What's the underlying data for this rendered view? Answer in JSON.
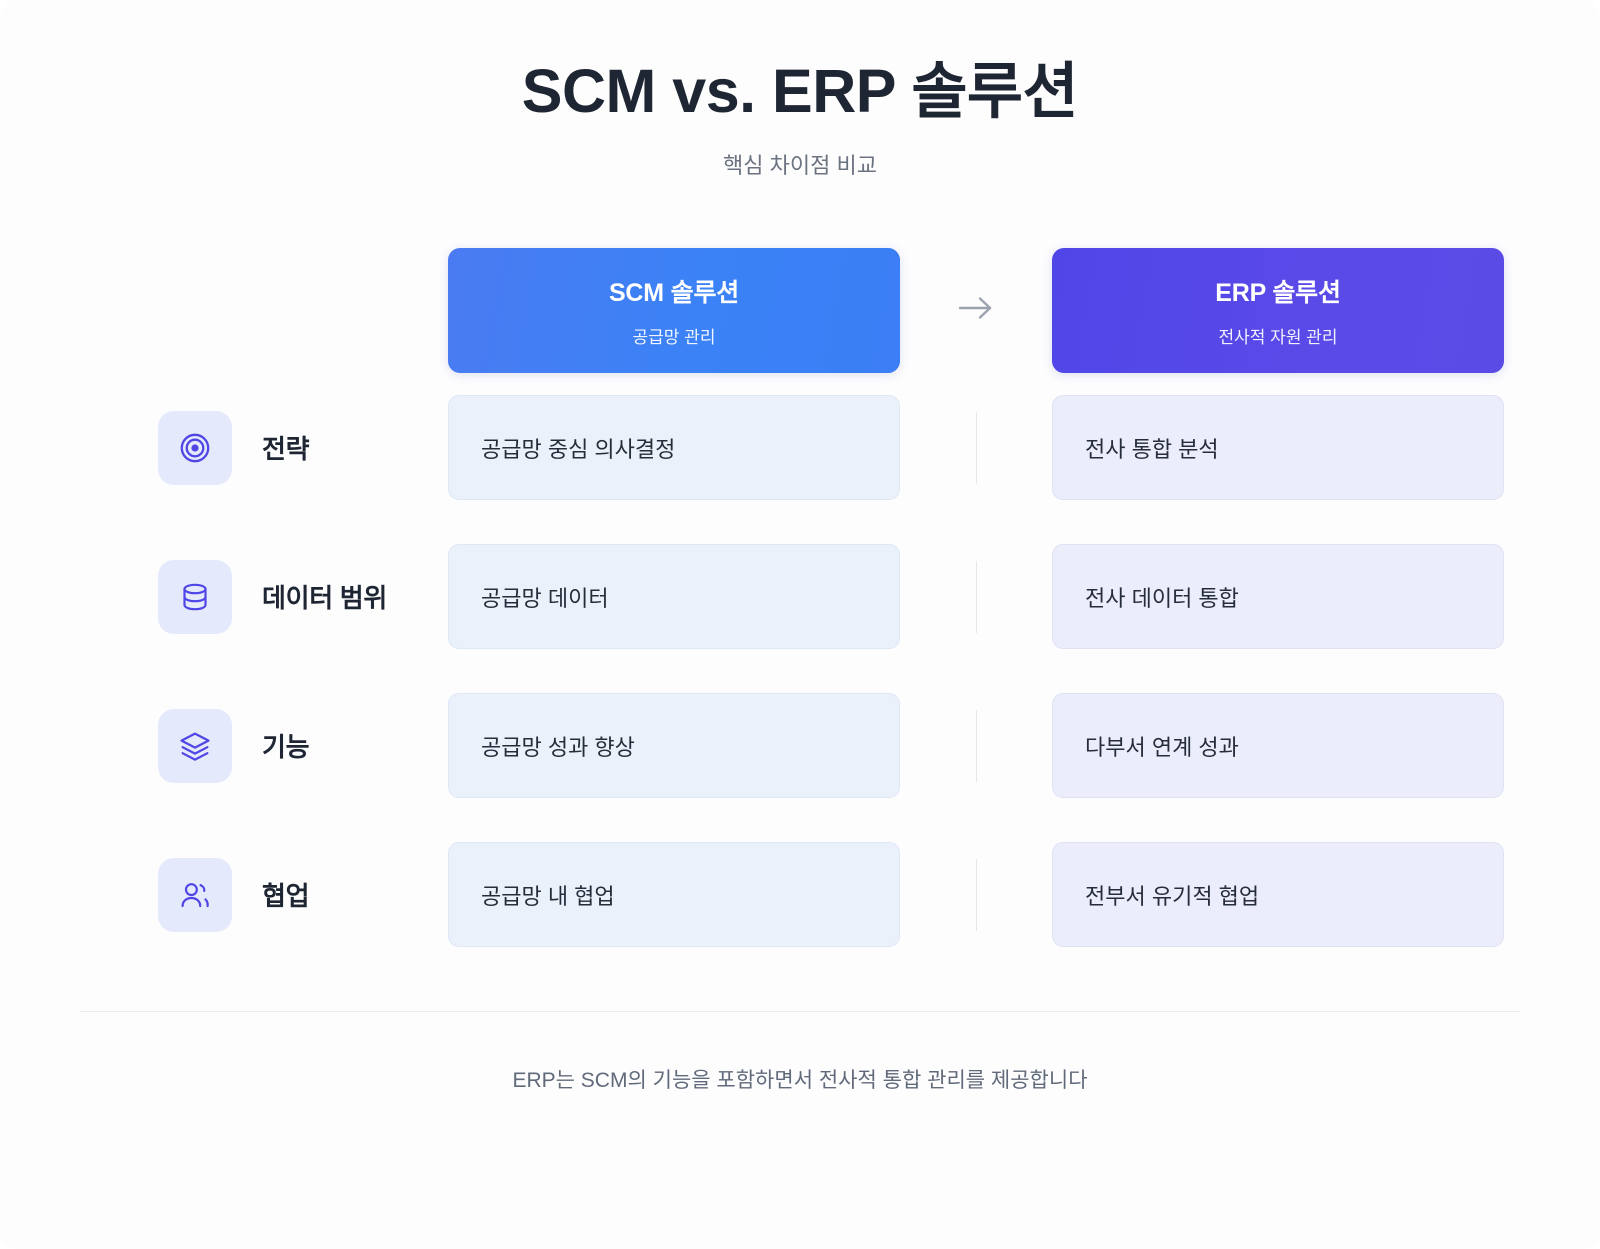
{
  "header": {
    "title": "SCM vs. ERP 솔루션",
    "subtitle": "핵심 차이점 비교"
  },
  "columns": {
    "scm": {
      "title": "SCM 솔루션",
      "subtitle": "공급망 관리",
      "accent": "#3b82f6",
      "cell_bg": "#eaf1fb"
    },
    "erp": {
      "title": "ERP 솔루션",
      "subtitle": "전사적 자원 관리",
      "accent": "#5046e8",
      "cell_bg": "#ecedfa"
    },
    "arrow": "arrow-right-icon"
  },
  "rows": [
    {
      "icon": "target-icon",
      "label": "전략",
      "scm": "공급망 중심 의사결정",
      "erp": "전사 통합 분석"
    },
    {
      "icon": "database-icon",
      "label": "데이터 범위",
      "scm": "공급망 데이터",
      "erp": "전사 데이터 통합"
    },
    {
      "icon": "layers-icon",
      "label": "기능",
      "scm": "공급망 성과 향상",
      "erp": "다부서 연계 성과"
    },
    {
      "icon": "users-icon",
      "label": "협업",
      "scm": "공급망 내 협업",
      "erp": "전부서 유기적 협업"
    }
  ],
  "footer": {
    "note": "ERP는 SCM의 기능을 포함하면서 전사적 통합 관리를 제공합니다"
  },
  "theme": {
    "icon_color": "#4f46e5",
    "icon_bg": "#e4e9fb",
    "title_color": "#1f2633",
    "muted_color": "#6b7280"
  }
}
